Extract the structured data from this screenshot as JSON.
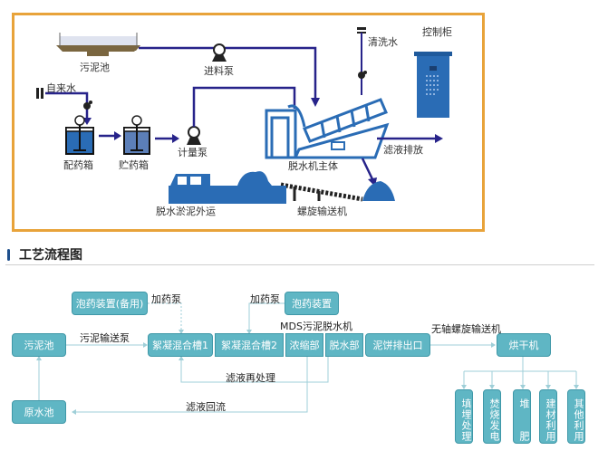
{
  "top_diagram": {
    "labels": {
      "sludge_tank": "污泥池",
      "feed_pump": "进料泵",
      "tap_water": "自来水",
      "mixing_tank": "配药箱",
      "storage_tank": "贮药箱",
      "metering_pump": "计量泵",
      "dewatering_main": "脱水机主体",
      "wash_water": "清洗水",
      "control_cabinet": "控制柜",
      "filtrate_discharge": "滤液排放",
      "sludge_transport": "脱水淤泥外运",
      "screw_conveyor": "螺旋输送机"
    },
    "colors": {
      "frame": "#e8a33a",
      "equipment": "#2a6cb5",
      "pipe": "#27238a"
    }
  },
  "section": {
    "title": "工艺流程图"
  },
  "flow": {
    "boxes": {
      "sludge_tank": "污泥池",
      "raw_water_tank": "原水池",
      "dosing_backup": "泡药装置(备用)",
      "dosing": "泡药装置",
      "floc_tank1": "絮凝混合槽1",
      "floc_tank2": "絮凝混合槽2",
      "thickening": "浓缩部",
      "dewatering": "脱水部",
      "cake_outlet": "泥饼排出口",
      "dryer": "烘干机"
    },
    "outputs": [
      "填埋处理",
      "焚烧发电",
      "堆　　肥",
      "建材利用",
      "其他利用"
    ],
    "edge_labels": {
      "dosing_pump_left": "加药泵",
      "dosing_pump_right": "加药泵",
      "sludge_pump": "污泥输送泵",
      "mds_machine": "MDS污泥脱水机",
      "shaftless_conveyor": "无轴螺旋输送机",
      "filtrate_retreat": "滤液再处理",
      "filtrate_return": "滤液回流"
    },
    "colors": {
      "box": "#5fb6c4",
      "line": "#9fcfd8"
    }
  }
}
